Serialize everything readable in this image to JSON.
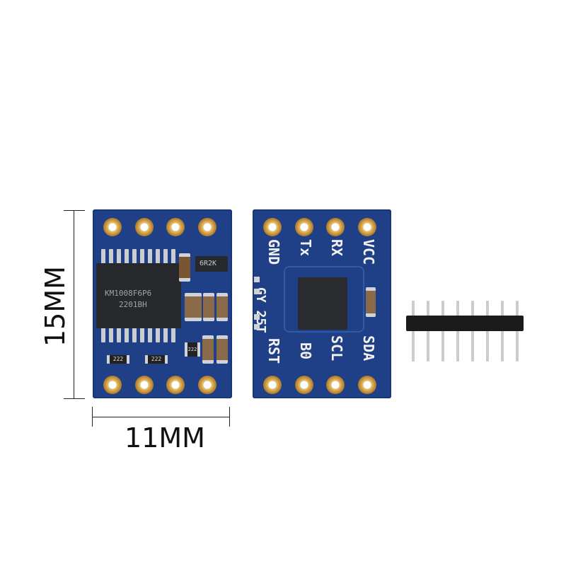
{
  "dimensions": {
    "height_label": "15MM",
    "width_label": "11MM"
  },
  "front_board": {
    "ic_marking_line1": "KM1008F6P6",
    "ic_marking_line2": "2201BH",
    "resistor_label": "6R2K",
    "small_resistor_labels": [
      "222",
      "222",
      "222"
    ]
  },
  "back_board": {
    "top_pins": [
      "GND",
      "Tx",
      "RX",
      "VCC"
    ],
    "bottom_pins": [
      "RST",
      "B0",
      "SCL",
      "SDA"
    ],
    "model_label": "GY 25T"
  },
  "colors": {
    "pcb": "#1f3f86",
    "gold_pad": "#c9953a",
    "silk": "#f2f2f2",
    "header_plastic": "#1a1a1a"
  }
}
